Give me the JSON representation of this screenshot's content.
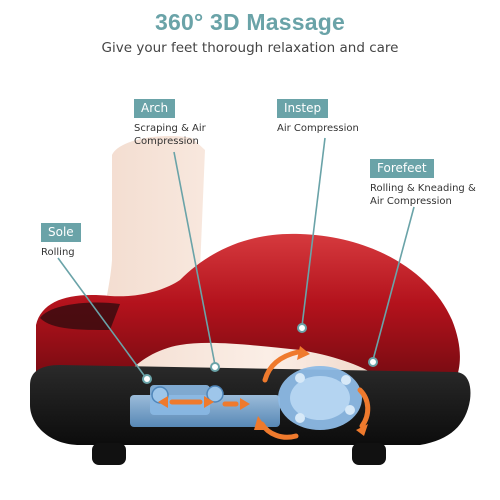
{
  "header": {
    "title": "360° 3D Massage",
    "subtitle": "Give your feet thorough relaxation and care"
  },
  "callouts": {
    "arch": {
      "label": "Arch",
      "desc": [
        "Scraping & Air",
        "Compression"
      ]
    },
    "instep": {
      "label": "Instep",
      "desc": [
        "Air Compression"
      ]
    },
    "forefeet": {
      "label": "Forefeet",
      "desc": [
        "Rolling & Kneading &",
        "Air Compression"
      ]
    },
    "sole": {
      "label": "Sole",
      "desc": [
        "Rolling"
      ]
    }
  },
  "colors": {
    "accent": "#6aa3a8",
    "device_red": "#b3121c",
    "device_base": "#1c1c1c",
    "arrow_orange": "#ef7a2d",
    "mechanism_blue": "#7bb0e0"
  }
}
